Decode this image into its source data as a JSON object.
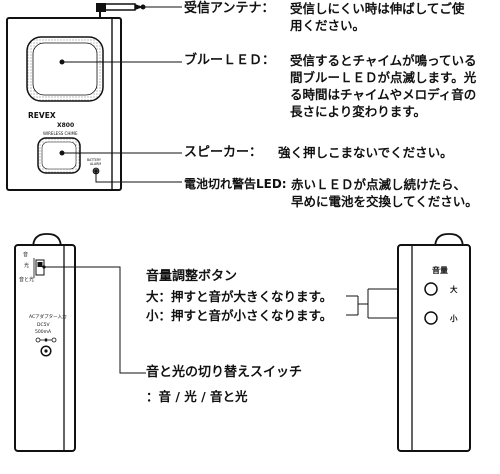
{
  "device": {
    "brand": "REVEX",
    "model": "X800",
    "product": "WIRELESS CHIME",
    "battery_led_label_line1": "BATTERY",
    "battery_led_label_line2": "ALARM",
    "switch_sound": "音",
    "switch_light": "光",
    "switch_both": "音と光",
    "adapter_label": "ACアダプター入力",
    "adapter_voltage": "DC5V",
    "adapter_current": "500mA",
    "volume_panel_title": "音量",
    "volume_up": "大",
    "volume_down": "小"
  },
  "callouts": {
    "antenna": {
      "label": "受信アンテナ：",
      "text": "受信しにくい時は伸ばしてご使\n用ください。"
    },
    "blue_led": {
      "label": "ブルーＬＥＤ：",
      "text": "受信するとチャイムが鳴っている\n間ブルーＬＥＤが点滅します。光\nる時間はチャイムやメロディ音の\n長さにより変わります。"
    },
    "speaker": {
      "label": "スピーカー：",
      "text": "強く押しこまないでください。"
    },
    "battery_led": {
      "label": "電池切れ警告LED:",
      "text": "赤いＬＥＤが点滅し続けたら、\n早めに電池を交換してください。"
    },
    "volume": {
      "title": "音量調整ボタン",
      "up": "大：押すと音が大きくなります。",
      "down": "小：押すと音が小さくなります。"
    },
    "switch": {
      "title": "音と光の切り替えスイッチ",
      "options": "：音 / 光 / 音と光"
    }
  }
}
